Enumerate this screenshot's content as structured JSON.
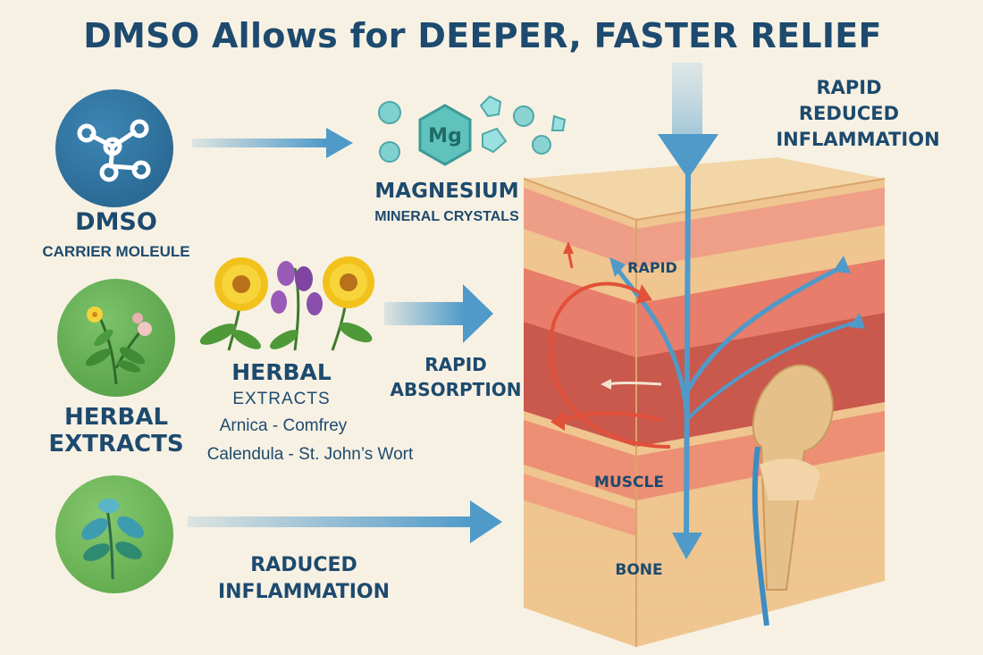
{
  "title": "DMSO Allows for DEEPER, FASTER RELIEF",
  "dmso": {
    "name": "DMSO",
    "subtitle": "CARRIER MOLEULE",
    "icon": "molecule-icon"
  },
  "magnesium": {
    "symbol": "Mg",
    "name": "MAGNESIUM",
    "subtitle": "MINERAL CRYSTALS"
  },
  "herbal_left": {
    "line1": "HERBAL",
    "line2": "EXTRACTS"
  },
  "herbal_center": {
    "line1": "HERBAL",
    "line2": "EXTRACTS",
    "herbs_1": "Arnica - Comfrey",
    "herbs_2": "Calendula - St. John’s Wort"
  },
  "rapid_absorption": {
    "line1": "RAPID",
    "line2": "ABSORPTION"
  },
  "raduced_inflammation": {
    "line1": "RADUCED",
    "line2": "INFLAMMATION"
  },
  "rapid_reduced": {
    "line1": "RAPID",
    "line2": "REDUCED",
    "line3": "INFLAMMATION"
  },
  "tissue_labels": {
    "rapid": "RAPID",
    "muscle": "MUSCLE",
    "bone": "BONE"
  },
  "colors": {
    "background": "#f7f1e4",
    "text": "#1d4a6e",
    "arrow": "#4f9ac9",
    "dmso_circle": "#2c6f9a",
    "herb_circle": "#63ad52",
    "inflammation_arrow": "#e2503a"
  }
}
